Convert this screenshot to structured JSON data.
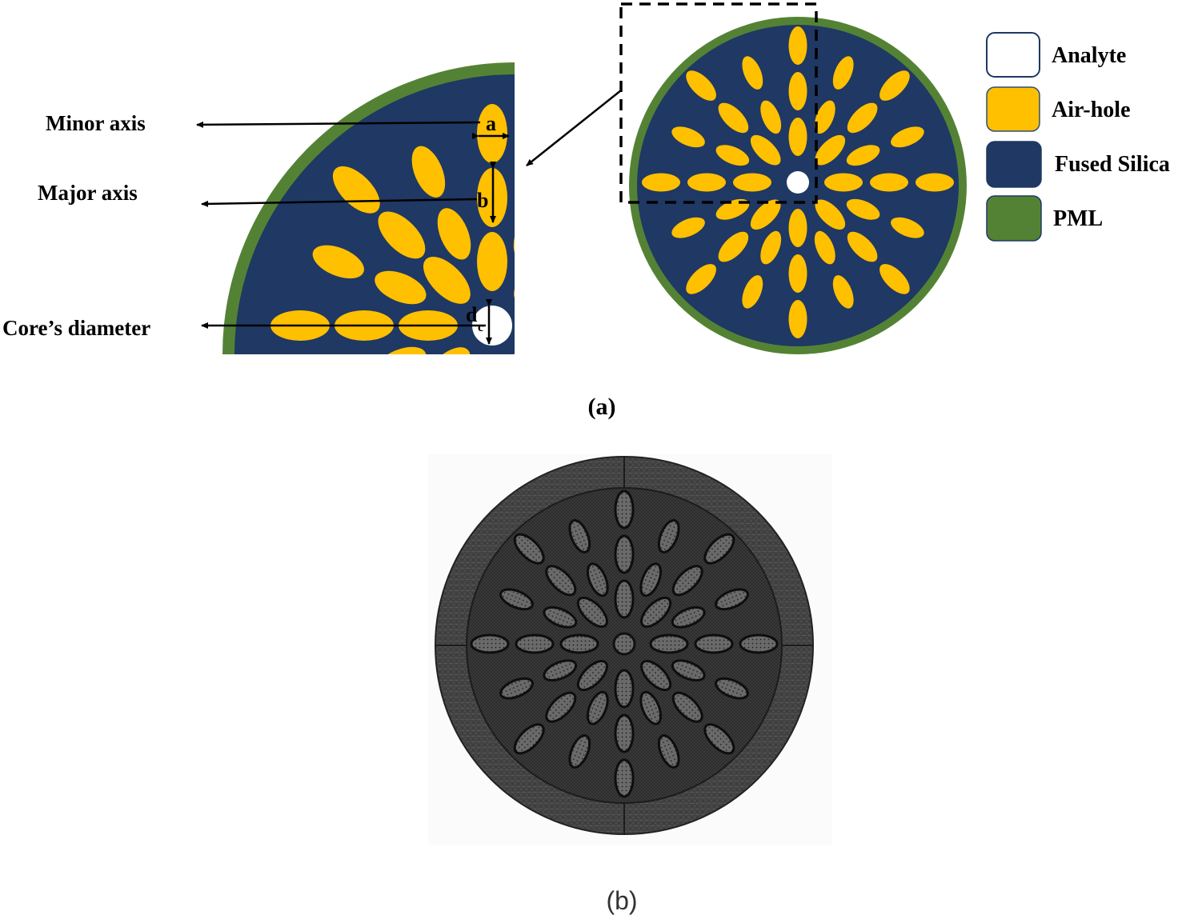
{
  "panel_a": {
    "caption": "(a)",
    "annotations": {
      "minor_axis": "Minor axis",
      "major_axis": "Major axis",
      "core_diameter": "Core’s diameter",
      "symbol_a": "a",
      "symbol_b": "b",
      "symbol_d": "d",
      "symbol_c": "c"
    },
    "legend": [
      {
        "label": "Analyte",
        "color": "#ffffff"
      },
      {
        "label": "Air-hole",
        "color": "#ffc000"
      },
      {
        "label": "Fused Silica",
        "color": "#1f3864"
      },
      {
        "label": "PML",
        "color": "#548235"
      }
    ]
  },
  "panel_b": {
    "caption": "(b)"
  },
  "colors": {
    "air_hole": "#ffc000",
    "silica": "#1f3864",
    "pml": "#548235",
    "analyte": "#ffffff",
    "mesh": "#4a4a4a"
  }
}
